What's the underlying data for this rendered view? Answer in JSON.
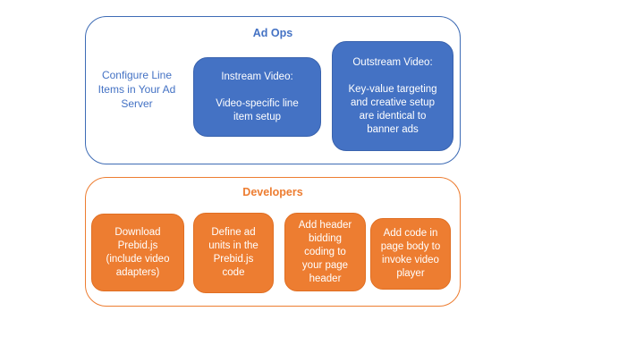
{
  "colors": {
    "blue_fill": "#4472C4",
    "blue_outline": "#3e6cb5",
    "orange_fill": "#ED7D31",
    "text_on_fill": "#FFFFFF",
    "background": "#FFFFFF"
  },
  "ad_ops_section": {
    "title": "Ad Ops",
    "side_note_lines": [
      "Configure Line",
      "Items in Your Ad",
      "Server"
    ],
    "instream_box": {
      "title": "Instream Video:",
      "body_lines": [
        "Video-specific line",
        "item setup"
      ]
    },
    "outstream_box": {
      "title": "Outstream Video:",
      "body_lines": [
        "Key-value targeting",
        "and creative setup",
        "are identical to",
        "banner ads"
      ]
    }
  },
  "developers_section": {
    "title": "Developers",
    "steps": [
      {
        "lines": [
          "Download",
          "Prebid.js",
          "(include video",
          "adapters)"
        ]
      },
      {
        "lines": [
          "Define ad",
          "units in the",
          "Prebid.js",
          "code"
        ]
      },
      {
        "lines": [
          "Add header",
          "bidding",
          "coding to",
          "your page",
          "header"
        ]
      },
      {
        "lines": [
          "Add code in",
          "page body to",
          "invoke video",
          "player"
        ]
      }
    ]
  }
}
